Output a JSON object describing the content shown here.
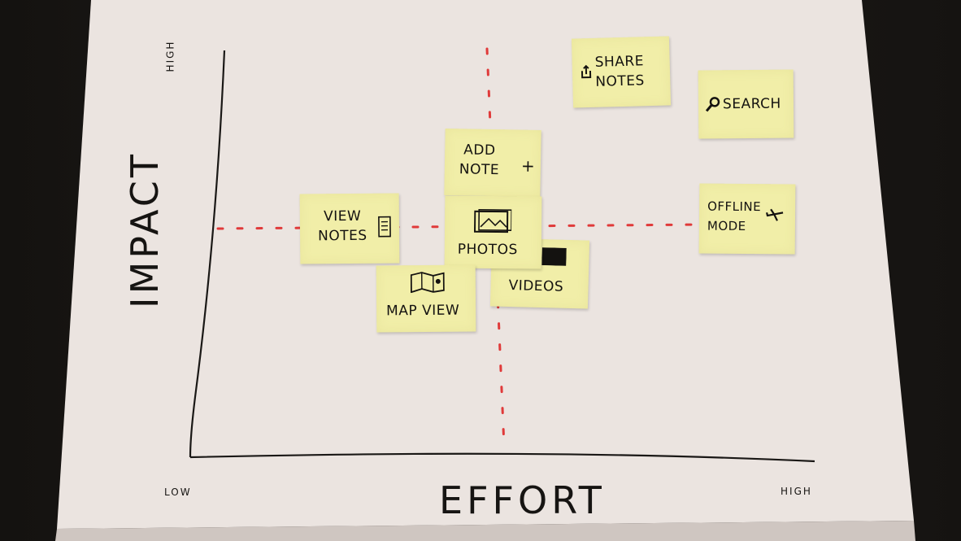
{
  "axes": {
    "y_title": "IMPACT",
    "y_high": "HIGH",
    "x_title": "EFFORT",
    "x_low": "LOW",
    "x_high": "HIGH"
  },
  "notes": {
    "share_notes": "SHARE\nNOTES",
    "search": "SEARCH",
    "add_note": "ADD\nNOTE",
    "add_note_plus": "+",
    "view_notes": "VIEW\nNOTES",
    "photos": "PHOTOS",
    "offline_mode": "OFFLINE\nMODE",
    "videos": "VIDEOS",
    "map_view": "MAP VIEW"
  },
  "colors": {
    "paper": "#ece4e1",
    "sticky": "#f1eea8",
    "ink": "#161412",
    "divider_dots": "#e03a3a"
  }
}
